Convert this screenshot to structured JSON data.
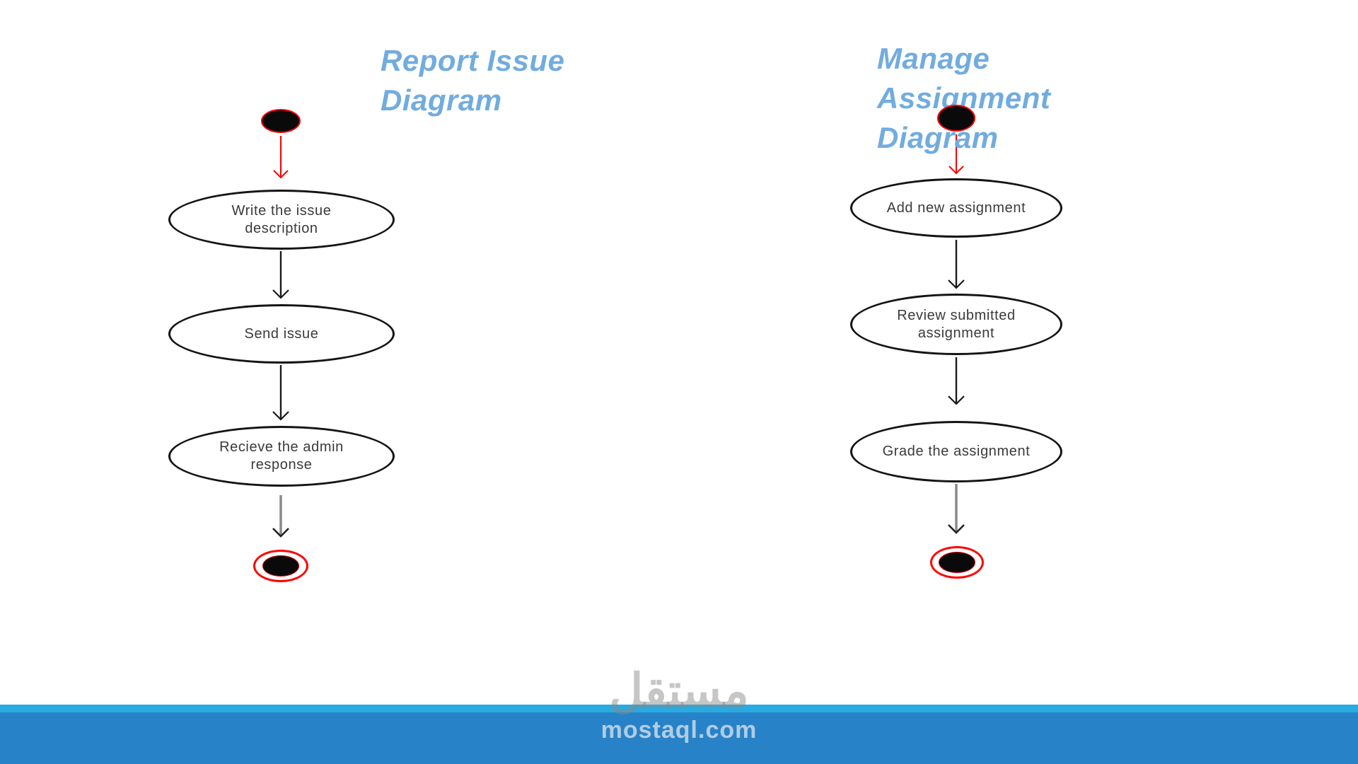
{
  "page": {
    "background": "#ffffff"
  },
  "colors": {
    "title_blue": "#71ACDF",
    "flow_red": "#ff0000",
    "flow_black": "#1a1a1a",
    "flow_gray": "#8a8a8a",
    "node_border": "#141414",
    "footer_stripe": "#29ABE2",
    "footer_band": "#2882C8"
  },
  "diagrams": [
    {
      "title": "Report Issue Diagram",
      "title_lines": [
        "Report Issue",
        "Diagram"
      ],
      "start_node": "initial-node",
      "activities": [
        "Write the issue\ndescription",
        "Send issue",
        "Recieve the admin\nresponse"
      ],
      "end_node": "final-node"
    },
    {
      "title": "Manage Assignment Diagram",
      "title_lines": [
        "Manage",
        "Assignment",
        "Diagram"
      ],
      "start_node": "initial-node",
      "activities": [
        "Add new assignment",
        "Review submitted\nassignment",
        "Grade the assignment"
      ],
      "end_node": "final-node"
    }
  ],
  "footer": {
    "watermark_logo": "مستقل",
    "watermark_site": "mostaql.com"
  }
}
